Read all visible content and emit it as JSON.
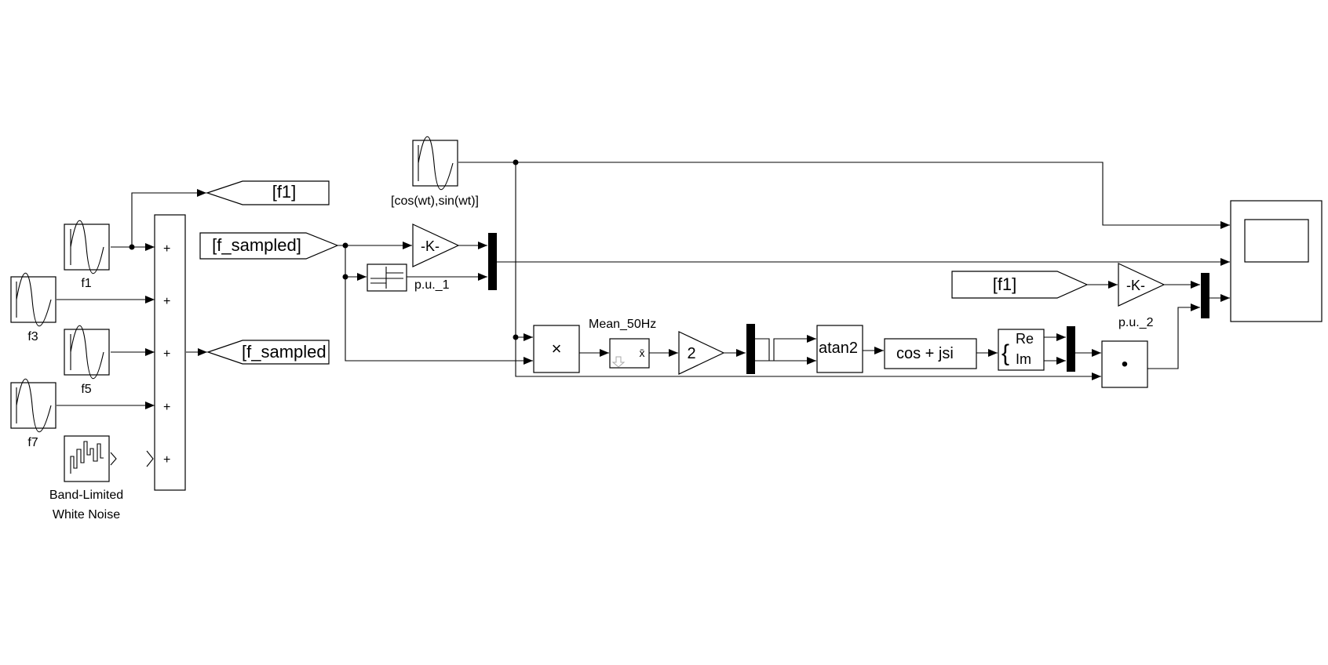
{
  "sources": {
    "f1": "f1",
    "f3": "f3",
    "f5": "f5",
    "f7": "f7",
    "noise_line1": "Band-Limited",
    "noise_line2": "White Noise",
    "ref": "[cos(wt),sin(wt)]"
  },
  "sum": {
    "signs": [
      "+",
      "+",
      "+",
      "+",
      "+"
    ]
  },
  "tags": {
    "goto_f1": "[f1]",
    "goto_sampled": "[f_sampled",
    "from_sampled": "[f_sampled]",
    "from_f1": "[f1]"
  },
  "blocks": {
    "gain_k1": "-K-",
    "gain_k2": "-K-",
    "pu1": "p.u._1",
    "pu2": "p.u._2",
    "product": "×",
    "mean_label": "Mean_50Hz",
    "mean_symbol": "x̄",
    "gain_2": "2",
    "atan2": "atan2",
    "cos_jsin": "cos + jsi",
    "re": "Re",
    "im": "Im",
    "dot": "•"
  },
  "colors": {
    "line": "#000000",
    "bg": "#ffffff"
  }
}
